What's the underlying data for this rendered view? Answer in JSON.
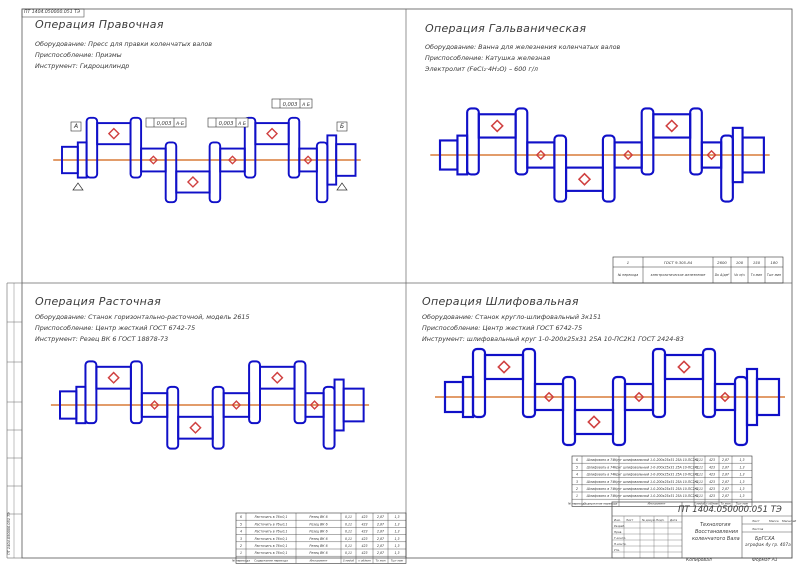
{
  "drawing": {
    "doc_number_rotated": "ПТ 1404.050000.051 ТЭ",
    "frame_number_top": "ПТ 1404.050000.051 ТЭ",
    "colors": {
      "ink": "#1010c8",
      "axis": "#d06010",
      "frame": "#555555",
      "dim": "#333333",
      "hatch": "#d04040"
    }
  },
  "ops": [
    {
      "id": "straightening",
      "title": "Операция Правочная",
      "lines": [
        "Оборудование: Пресс для правки коленчатых валов",
        "Приспособление: Призмы",
        "Инструмент: Гидроцилиндр"
      ],
      "tolerance_frames": [
        {
          "value": "0,003",
          "base": "А-Б"
        },
        {
          "value": "0,003",
          "base": "А Б"
        },
        {
          "value": "0,003",
          "base": "А Б"
        }
      ],
      "datum_a": "А",
      "datum_b": "Б"
    },
    {
      "id": "galvanic",
      "title": "Операция Гальваническая",
      "lines": [
        "Оборудование: Ванна для железнения коленчатых валов",
        "Приспособление: Катушка железная",
        "Электролит (FeCl₂·4H₂O) – 600 г/л"
      ],
      "table": {
        "row": [
          "1",
          "ГОСТ 9.305-84",
          "2600",
          "100",
          "150",
          "180"
        ],
        "head": [
          "№ перехода",
          "электролитическое железнение",
          "Dк А/дм²",
          "Vк м/ч",
          "То мин",
          "Тшт мин"
        ]
      }
    },
    {
      "id": "boring",
      "title": "Операция Расточная",
      "lines": [
        "Оборудование: Станок горизонтально-расточной, модель 2615",
        "Приспособление: Центр жесткий ГОСТ 6742-75",
        "Инструмент: Резец ВК 6 ГОСТ 18878-73"
      ],
      "table_rows": [
        [
          "6",
          "Расточить в 76±0,1",
          "Резец ВК 6",
          "0,11",
          "423",
          "2,87",
          "1,3"
        ],
        [
          "5",
          "Расточить в 76±0,1",
          "Резец ВК 6",
          "0,11",
          "423",
          "2,87",
          "1,3"
        ],
        [
          "4",
          "Расточить в 76±0,1",
          "Резец ВК 6",
          "0,11",
          "423",
          "2,87",
          "1,3"
        ],
        [
          "3",
          "Расточить в 76±0,1",
          "Резец ВК 6",
          "0,11",
          "423",
          "2,87",
          "1,3"
        ],
        [
          "2",
          "Расточить в 76±0,1",
          "Резец ВК 6",
          "0,11",
          "423",
          "2,87",
          "1,3"
        ],
        [
          "1",
          "Расточить в 76±0,1",
          "Резец ВК 6",
          "0,11",
          "423",
          "2,87",
          "1,3"
        ]
      ],
      "table_head": [
        "№ перехода",
        "Содержание перехода",
        "Инструмент",
        "S мм/об",
        "n об/мин",
        "То мин",
        "Тшт мин"
      ]
    },
    {
      "id": "grinding",
      "title": "Операция Шлифовальная",
      "lines": [
        "Оборудование: Станок кругло-шлифовальный 3к151",
        "Приспособление: Центр жесткий ГОСТ 6742-75",
        "Инструмент: шлифовальный круг 1-0-200х25х31 25А 10-ПС2К1 ГОСТ 2424-83"
      ],
      "table_rows": [
        [
          "6",
          "Шлифовать в 74",
          "Круг шлифовальный 1-0-200х25х31 25А 10-ПС2К1",
          "0,11",
          "423",
          "2,87",
          "1,3"
        ],
        [
          "5",
          "Шлифовать в 74",
          "Круг шлифовальный 1-0-200х25х31 25А 10-ПС2К1",
          "0,11",
          "423",
          "2,87",
          "1,3"
        ],
        [
          "4",
          "Шлифовать в 74",
          "Круг шлифовальный 1-0-200х25х31 25А 10-ПС2К1",
          "0,11",
          "423",
          "2,87",
          "1,3"
        ],
        [
          "3",
          "Шлифовать в 74",
          "Круг шлифовальный 1-0-200х25х31 25А 10-ПС2К1",
          "0,11",
          "423",
          "2,87",
          "1,3"
        ],
        [
          "2",
          "Шлифовать в 74",
          "Круг шлифовальный 1-0-200х25х31 25А 10-ПС2К1",
          "0,11",
          "423",
          "2,87",
          "1,3"
        ],
        [
          "1",
          "Шлифовать в 74",
          "Круг шлифовальный 1-0-200х25х31 25А 10-ПС2К1",
          "0,11",
          "423",
          "2,87",
          "1,3"
        ]
      ],
      "table_head": [
        "№ перехода",
        "Содержание перехода",
        "Инструмент",
        "S мм/об",
        "n об/мин",
        "То мин",
        "Тшт мин"
      ]
    }
  ],
  "title_block": {
    "code": "ПТ 1404.050000.051 ТЭ",
    "name": [
      "Технология",
      "Восстановления",
      "коленчатого Вала"
    ],
    "sheet_label": "Лист",
    "sheets_label": "Листов",
    "mass_label": "Масса",
    "scale_label": "Масштаб",
    "org": [
      "БрГСХА",
      "агрофак 4у гр. 407а"
    ],
    "copied": "Копировал",
    "format": "Формат А1",
    "roles": [
      "Изм.",
      "Лист",
      "№ докум.",
      "Подп.",
      "Дата",
      "Разраб.",
      "Пров.",
      "Т.контр.",
      "Н.контр.",
      "Утв."
    ]
  }
}
